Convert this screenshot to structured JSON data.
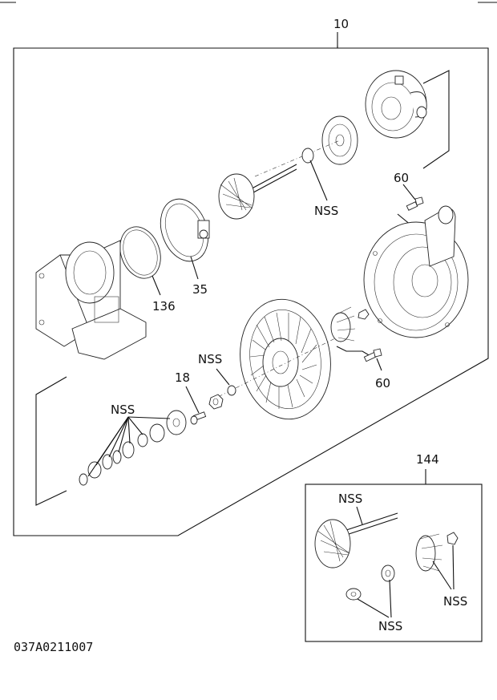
{
  "labels": {
    "assembly": "10",
    "kit": "144",
    "drawing_code": "037A0211007",
    "parts": {
      "p60_top": "60",
      "p60_bottom": "60",
      "p35": "35",
      "p136": "136",
      "p18": "18"
    },
    "nss": {
      "nss_seal_ring": "NSS",
      "nss_washer": "NSS",
      "nss_bearing_stack": "NSS",
      "nss_kit_shaft": "NSS",
      "nss_kit_wheel": "NSS",
      "nss_kit_bushing": "NSS"
    }
  }
}
